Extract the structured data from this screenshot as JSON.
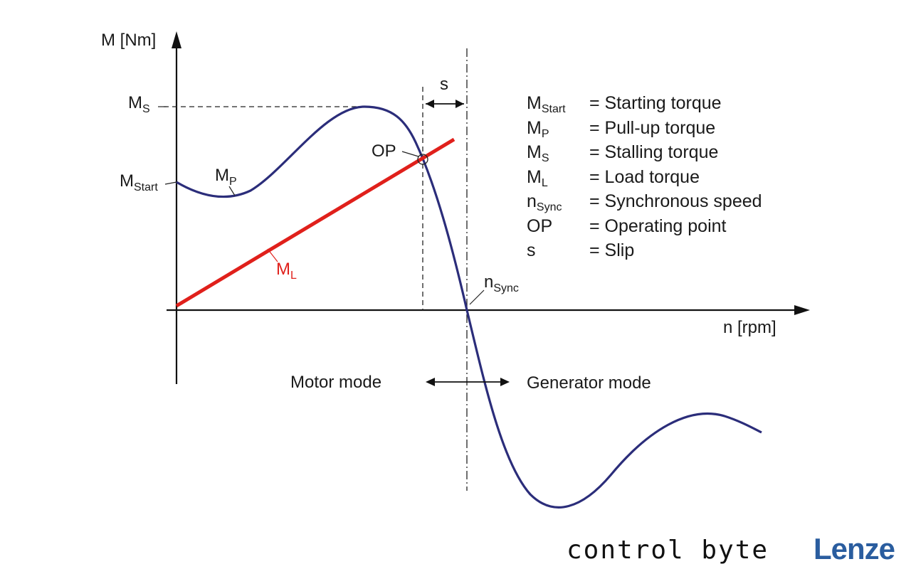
{
  "axes": {
    "y_label": "M [Nm]",
    "x_label": "n [rpm]"
  },
  "curve_labels": {
    "m_s": {
      "main": "M",
      "sub": "S"
    },
    "m_start": {
      "main": "M",
      "sub": "Start"
    },
    "m_p": {
      "main": "M",
      "sub": "P"
    },
    "m_l": {
      "main": "M",
      "sub": "L"
    },
    "op": "OP",
    "n_sync": {
      "main": "n",
      "sub": "Sync"
    },
    "slip": "s"
  },
  "modes": {
    "motor": "Motor mode",
    "generator": "Generator mode"
  },
  "legend": [
    {
      "main": "M",
      "sub": "Start",
      "desc": "= Starting torque"
    },
    {
      "main": "M",
      "sub": "P",
      "desc": "= Pull-up torque"
    },
    {
      "main": "M",
      "sub": "S",
      "desc": "= Stalling torque"
    },
    {
      "main": "M",
      "sub": "L",
      "desc": "= Load torque"
    },
    {
      "main": "n",
      "sub": "Sync",
      "desc": "= Synchronous speed"
    },
    {
      "main": "OP",
      "sub": "",
      "desc": "= Operating point"
    },
    {
      "main": "s",
      "sub": "",
      "desc": "= Slip"
    }
  ],
  "branding": {
    "control_byte": "control byte",
    "lenze": "Lenze"
  },
  "colors": {
    "torque_curve": "#2b2d7a",
    "load_line": "#e0201b",
    "axes": "#111111",
    "lenze_blue": "#2a5d9f"
  }
}
